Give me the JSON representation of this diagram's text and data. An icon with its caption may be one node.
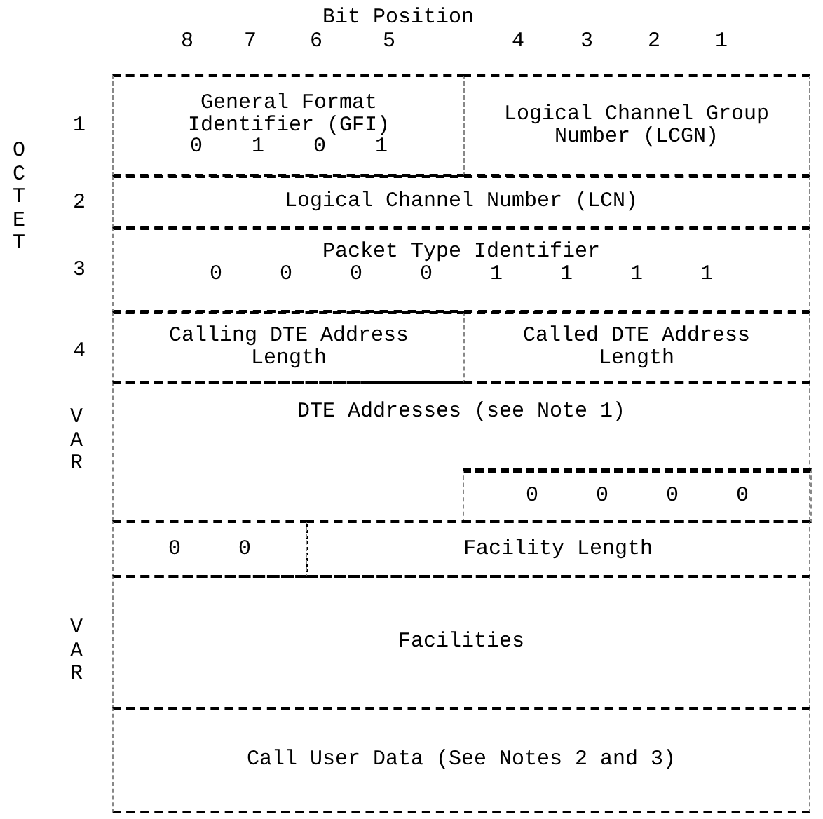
{
  "diagram": {
    "nodes": [
      {
        "text": [
          "General Format Identifier (GFI)",
          "0 1 0 1"
        ]
      },
      {
        "text": [
          "Logical Channel Group Number (LCGN)"
        ]
      },
      {
        "text": [
          "Logical Channel Number (LCN)"
        ]
      },
      {
        "text": [
          "Packet Type Identifier",
          "0 0 0 0 1 1 1 1"
        ]
      },
      {
        "text": [
          "Calling DTE Address Length"
        ]
      },
      {
        "text": [
          "Called DTE Address Length"
        ]
      },
      {
        "text": [
          "DTE Addresses (see Note 1)"
        ]
      },
      {
        "text": [
          "0 0 0 0"
        ],
        "in": 6
      },
      {
        "text": [
          "0 0"
        ]
      },
      {
        "text": [
          "Facility Length"
        ]
      },
      {
        "text": [
          "Facilities"
        ]
      },
      {
        "text": [
          "Call User Data (See Notes 2 and 3)"
        ]
      }
    ],
    "edges": [],
    "labels": [
      "Bit Position",
      "8",
      "7",
      "6",
      "5",
      "4",
      "3",
      "2",
      "1",
      "1",
      "OCTET",
      "2",
      "3",
      "4",
      "VAR",
      "VAR"
    ]
  }
}
